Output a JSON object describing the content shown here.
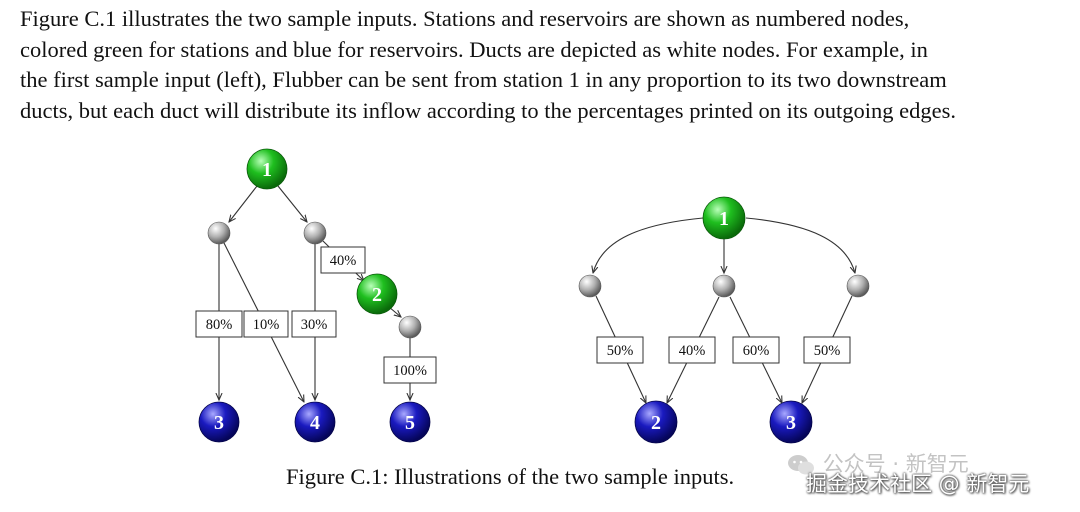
{
  "paragraph": {
    "lines": [
      "Figure C.1 illustrates the two sample inputs.  Stations and reservoirs are shown as numbered nodes,",
      "colored green for stations and blue for reservoirs. Ducts are depicted as white nodes. For example, in",
      "the first sample input (left), Flubber can be sent from station 1 in any proportion to its two downstream",
      "ducts, but each duct will distribute its inflow according to the percentages printed on its outgoing edges."
    ]
  },
  "caption": "Figure C.1: Illustrations of the two sample inputs.",
  "watermark": {
    "top": "公众号 · 新智元",
    "bottom": "掘金技术社区 @ 新智元"
  },
  "colors": {
    "station": "#1fbf1f",
    "reservoir": "#1a1ac0",
    "duct": "#b0b0b0",
    "edge": "#333333"
  },
  "left_graph": {
    "stations": [
      "1",
      "2"
    ],
    "reservoirs": [
      "3",
      "4",
      "5"
    ],
    "labels": [
      "40%",
      "80%",
      "10%",
      "30%",
      "100%"
    ]
  },
  "right_graph": {
    "stations": [
      "1"
    ],
    "reservoirs": [
      "2",
      "3"
    ],
    "labels": [
      "50%",
      "40%",
      "60%",
      "50%"
    ]
  }
}
